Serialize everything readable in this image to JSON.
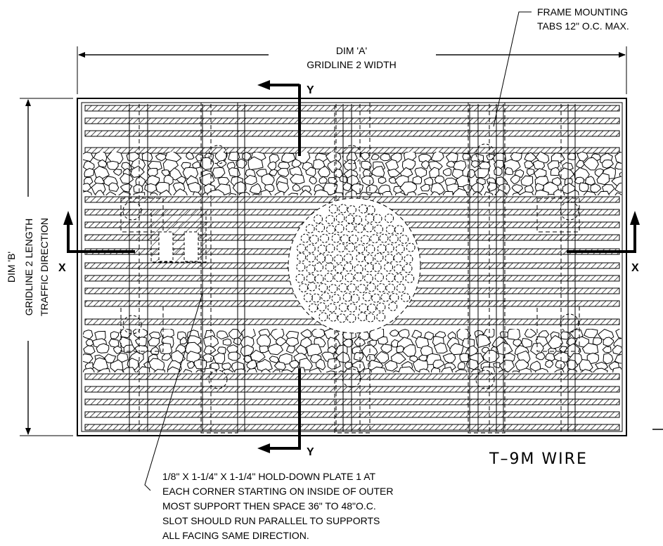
{
  "dimensions": {
    "dim_a": {
      "line1": "DIM 'A'",
      "line2": "GRIDLINE 2 WIDTH"
    },
    "dim_b": {
      "line1": "DIM 'B'",
      "line2": "GRIDLINE 2 LENGTH",
      "line3": "TRAFFIC DIRECTION"
    }
  },
  "notes": {
    "frame_mounting": [
      "FRAME MOUNTING",
      "TABS 12\" O.C. MAX."
    ],
    "hold_down_plate": [
      "1/8\" X 1-1/4\" X 1-1/4\" HOLD-DOWN PLATE 1 AT",
      "EACH CORNER STARTING ON INSIDE OF OUTER",
      "MOST SUPPORT THEN SPACE 36\" TO 48\"O.C.",
      "SLOT SHOULD RUN PARALLEL TO SUPPORTS",
      "ALL FACING SAME DIRECTION."
    ]
  },
  "section_markers": {
    "x_left": "X",
    "x_right": "X",
    "y_top": "Y",
    "y_bottom": "Y"
  },
  "title": "T–9M  WIRE",
  "colors": {
    "line": "#000000",
    "background": "#ffffff"
  }
}
